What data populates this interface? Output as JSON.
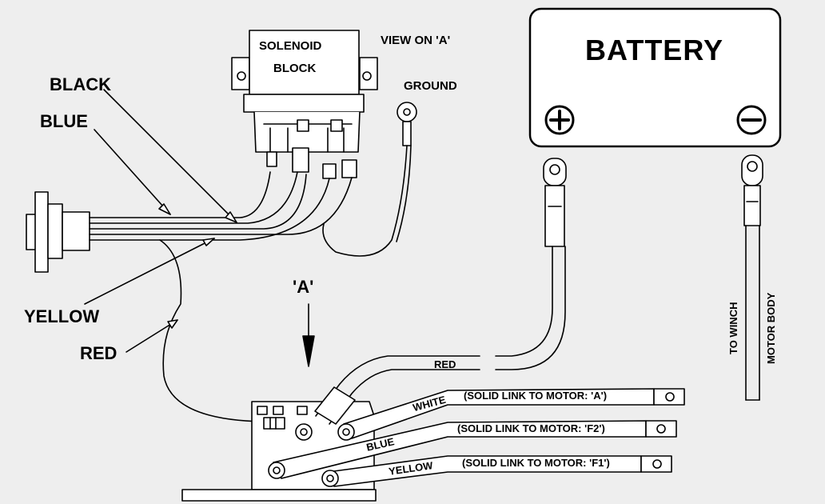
{
  "solenoid": {
    "line1": "SOLENOID",
    "line2": "BLOCK"
  },
  "view_label": "VIEW ON 'A'",
  "ground_label": "GROUND",
  "battery": {
    "title": "BATTERY",
    "positive_symbol": "+",
    "negative_symbol": "−"
  },
  "wire_labels": {
    "black": "BLACK",
    "blue": "BLUE",
    "yellow": "YELLOW",
    "red": "RED"
  },
  "arrow_label": "'A'",
  "to_winch": {
    "line1": "TO WINCH",
    "line2": "MOTOR BODY"
  },
  "terminal": {
    "red_cable": "RED",
    "white_link": "WHITE",
    "blue_link": "BLUE",
    "yellow_link": "YELLOW",
    "link_a": "(SOLID LINK TO MOTOR: 'A')",
    "link_f2": "(SOLID LINK TO MOTOR: 'F2')",
    "link_f1": "(SOLID LINK TO MOTOR: 'F1')"
  }
}
